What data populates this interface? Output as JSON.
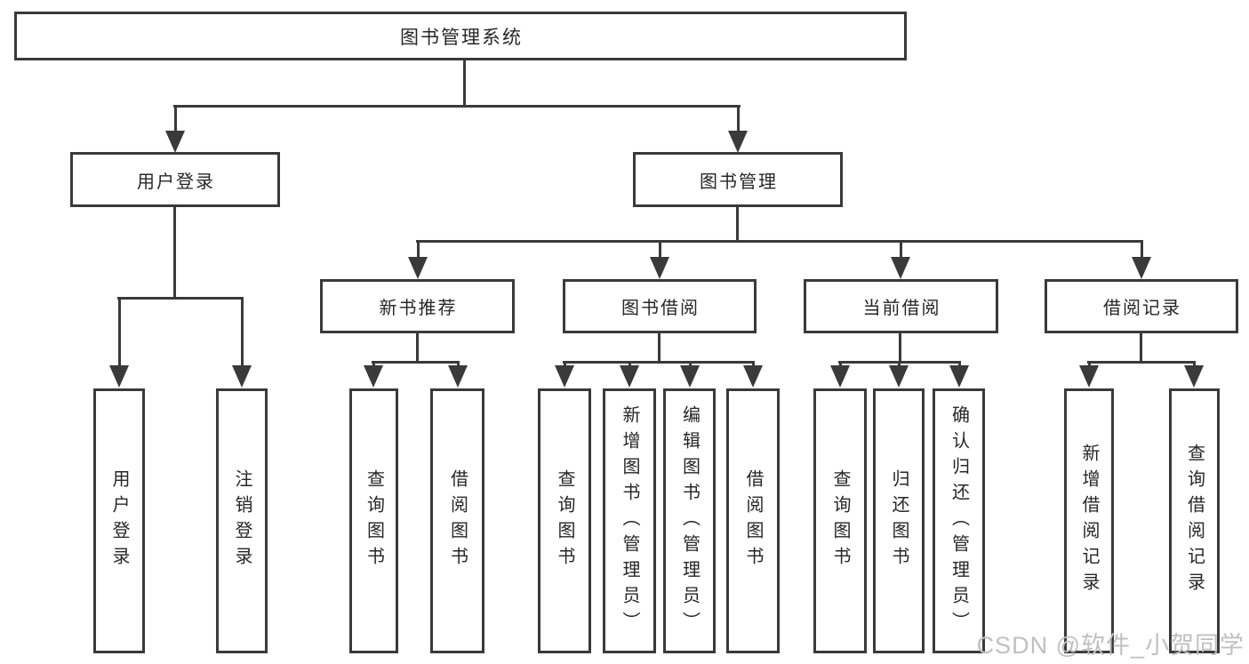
{
  "diagram": {
    "root": {
      "label": "图书管理系统"
    },
    "login_branch": {
      "label": "用户登录",
      "children": [
        "用户登录",
        "注销登录"
      ]
    },
    "management_branch": {
      "label": "图书管理",
      "groups": [
        {
          "label": "新书推荐",
          "children": [
            "查询图书",
            "借阅图书"
          ]
        },
        {
          "label": "图书借阅",
          "children": [
            "查询图书",
            "新增图书（管理员）",
            "编辑图书（管理员）",
            "借阅图书"
          ]
        },
        {
          "label": "当前借阅",
          "children": [
            "查询图书",
            "归还图书",
            "确认归还（管理员）"
          ]
        },
        {
          "label": "借阅记录",
          "children": [
            "新增借阅记录",
            "查询借阅记录"
          ]
        }
      ]
    }
  },
  "watermark": {
    "text": "CSDN @软件_小贺同学"
  },
  "colors": {
    "line": "#3a3a3a",
    "text": "#262626",
    "watermark": "#c0c0c0",
    "background": "#ffffff"
  }
}
